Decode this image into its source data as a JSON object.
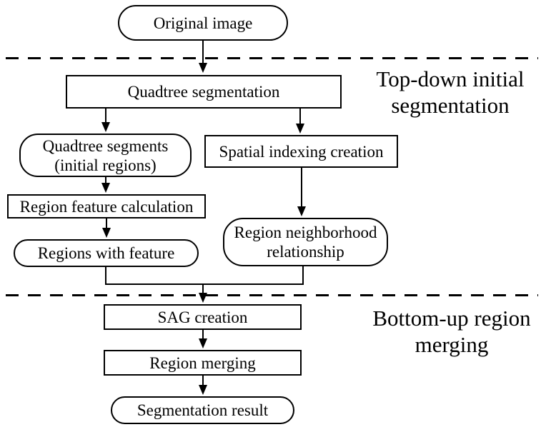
{
  "nodes": {
    "original_image": {
      "label": "Original image",
      "shape": "stadium"
    },
    "quadtree_segmentation": {
      "label": "Quadtree segmentation",
      "shape": "rect"
    },
    "quadtree_segments": {
      "line1": "Quadtree segments",
      "line2": "(initial regions)",
      "shape": "stadium"
    },
    "spatial_indexing": {
      "label": "Spatial indexing creation",
      "shape": "rect"
    },
    "region_feature_calculation": {
      "label": "Region feature calculation",
      "shape": "rect"
    },
    "regions_with_feature": {
      "label": "Regions with feature",
      "shape": "stadium"
    },
    "region_neighborhood": {
      "line1": "Region neighborhood",
      "line2": "relationship",
      "shape": "stadium"
    },
    "sag_creation": {
      "label": "SAG creation",
      "shape": "rect"
    },
    "region_merging": {
      "label": "Region merging",
      "shape": "rect"
    },
    "segmentation_result": {
      "label": "Segmentation result",
      "shape": "stadium"
    }
  },
  "section_labels": {
    "top": {
      "line1": "Top-down initial",
      "line2": "segmentation"
    },
    "bottom": {
      "line1": "Bottom-up region",
      "line2": "merging"
    }
  },
  "edges": [
    [
      "original_image",
      "quadtree_segmentation"
    ],
    [
      "quadtree_segmentation",
      "quadtree_segments"
    ],
    [
      "quadtree_segmentation",
      "spatial_indexing"
    ],
    [
      "quadtree_segments",
      "region_feature_calculation"
    ],
    [
      "region_feature_calculation",
      "regions_with_feature"
    ],
    [
      "spatial_indexing",
      "region_neighborhood"
    ],
    [
      "regions_with_feature",
      "sag_creation"
    ],
    [
      "region_neighborhood",
      "sag_creation"
    ],
    [
      "sag_creation",
      "region_merging"
    ],
    [
      "region_merging",
      "segmentation_result"
    ]
  ],
  "colors": {
    "line": "#000000",
    "fill": "#ffffff",
    "text": "#000000",
    "background": "#ffffff"
  }
}
